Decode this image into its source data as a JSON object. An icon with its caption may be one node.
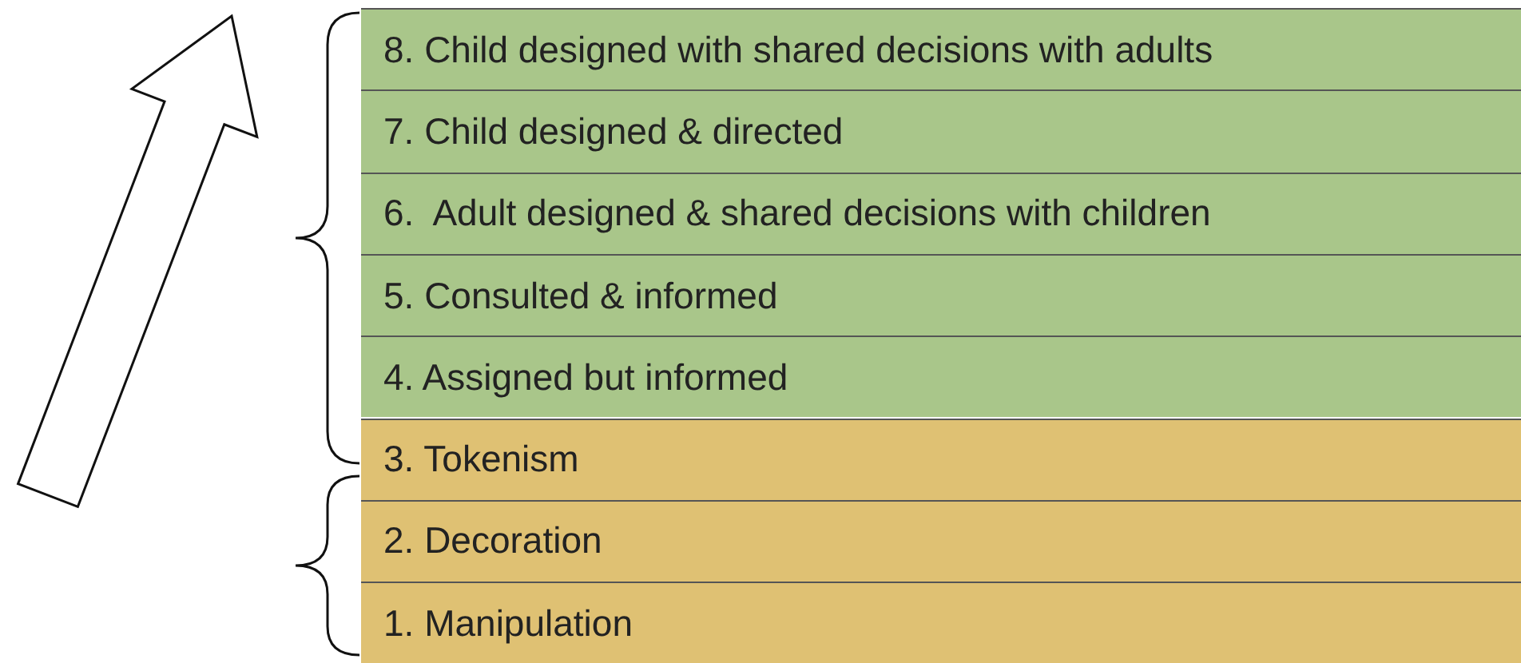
{
  "diagram": {
    "nodes": [
      {
        "text": [
          "8. Child designed with shared decisions with adults"
        ]
      },
      {
        "text": [
          "7. Child designed & directed"
        ]
      },
      {
        "text": [
          "6.  Adult designed & shared decisions with children"
        ]
      },
      {
        "text": [
          "5. Consulted & informed"
        ]
      },
      {
        "text": [
          "4. Assigned but informed"
        ]
      },
      {
        "text": [
          "3. Tokenism"
        ]
      },
      {
        "text": [
          "2. Decoration"
        ]
      },
      {
        "text": [
          "1. Manipulation"
        ]
      }
    ]
  }
}
